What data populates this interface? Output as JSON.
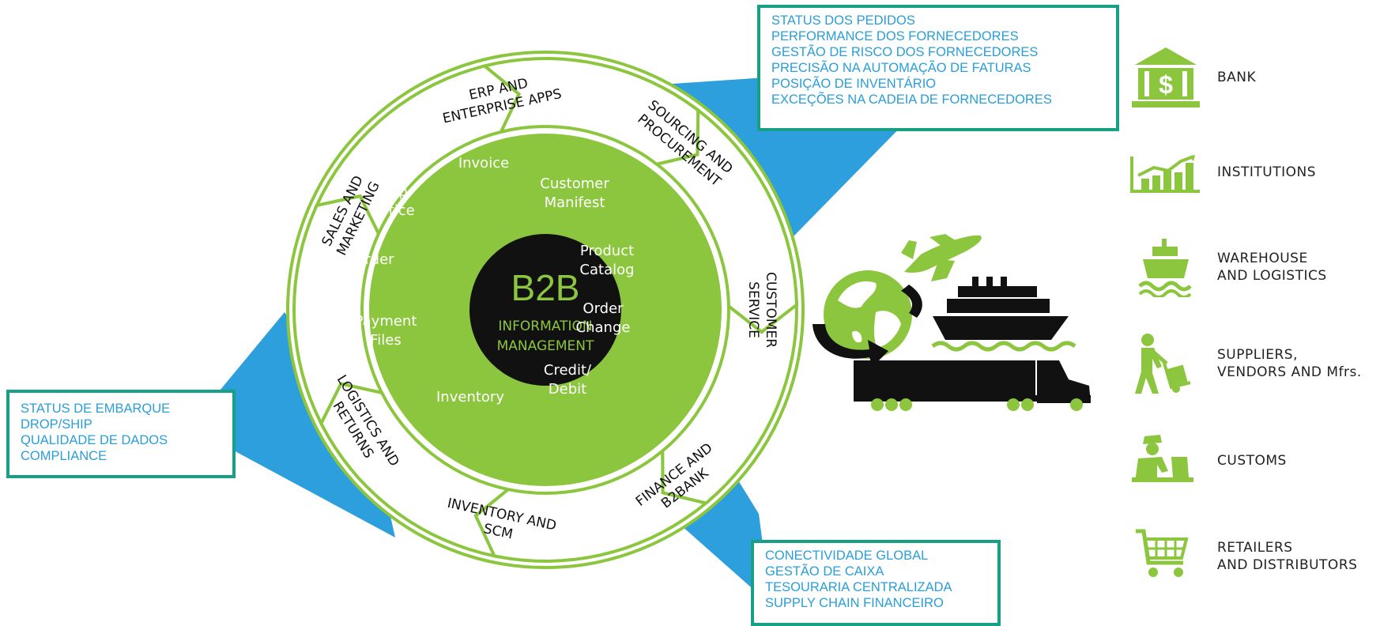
{
  "center": {
    "title": "B2B",
    "subtitle_line1": "INFORMATION",
    "subtitle_line2": "MANAGEMENT"
  },
  "inner_items": [
    {
      "id": "invoice",
      "lines": [
        "Invoice"
      ]
    },
    {
      "id": "customer-manifest",
      "lines": [
        "Customer",
        "Manifest"
      ]
    },
    {
      "id": "product-catalog",
      "lines": [
        "Product",
        "Catalog"
      ]
    },
    {
      "id": "order-change",
      "lines": [
        "Order",
        "Change"
      ]
    },
    {
      "id": "credit-debit",
      "lines": [
        "Credit/",
        "Debit"
      ]
    },
    {
      "id": "inventory",
      "lines": [
        "Inventory"
      ]
    },
    {
      "id": "payment-files",
      "lines": [
        "Payment",
        "Files"
      ]
    },
    {
      "id": "order",
      "lines": [
        "Order"
      ]
    },
    {
      "id": "ship-notice",
      "lines": [
        "Ship",
        "Notice"
      ]
    }
  ],
  "ring_items": [
    {
      "id": "erp",
      "lines": [
        "ERP AND",
        "ENTERPRISE APPS"
      ]
    },
    {
      "id": "sourcing",
      "lines": [
        "SOURCING AND",
        "PROCUREMENT"
      ]
    },
    {
      "id": "customer-service",
      "lines": [
        "CUSTOMER",
        "SERVICE"
      ]
    },
    {
      "id": "finance",
      "lines": [
        "FINANCE AND",
        "B2BANK"
      ]
    },
    {
      "id": "inventory-scm",
      "lines": [
        "INVENTORY AND",
        "SCM"
      ]
    },
    {
      "id": "logistics",
      "lines": [
        "LOGISTICS AND",
        "RETURNS"
      ]
    },
    {
      "id": "sales",
      "lines": [
        "SALES AND",
        "MARKETING"
      ]
    }
  ],
  "callouts": {
    "top": [
      "STATUS DOS PEDIDOS",
      "PERFORMANCE DOS FORNECEDORES",
      "GESTÃO DE RISCO DOS FORNECEDORES",
      "PRECISÃO NA AUTOMAÇÃO DE FATURAS",
      "POSIÇÃO DE INVENTÁRIO",
      "EXCEÇÕES NA CADEIA DE FORNECEDORES"
    ],
    "left": [
      "STATUS DE EMBARQUE",
      "DROP/SHIP",
      "QUALIDADE DE DADOS",
      "COMPLIANCE"
    ],
    "bottom": [
      "CONECTIVIDADE GLOBAL",
      "GESTÃO DE CAIXA",
      "TESOURARIA CENTRALIZADA",
      "SUPPLY CHAIN FINANCEIRO"
    ]
  },
  "legend": [
    {
      "icon": "bank-icon",
      "lines": [
        "BANK"
      ]
    },
    {
      "icon": "institutions-chart-icon",
      "lines": [
        "INSTITUTIONS"
      ]
    },
    {
      "icon": "ship-icon",
      "lines": [
        "WAREHOUSE",
        "AND LOGISTICS"
      ]
    },
    {
      "icon": "hand-truck-icon",
      "lines": [
        "SUPPLIERS,",
        "VENDORS AND Mfrs."
      ]
    },
    {
      "icon": "customs-officer-icon",
      "lines": [
        "CUSTOMS"
      ]
    },
    {
      "icon": "shopping-cart-icon",
      "lines": [
        "RETAILERS",
        "AND DISTRIBUTORS"
      ]
    }
  ],
  "colors": {
    "green": "#8cc63f",
    "blue": "#2c9fdc",
    "teal": "#17a086",
    "black": "#111111",
    "callout_text": "#2a9ed8"
  }
}
